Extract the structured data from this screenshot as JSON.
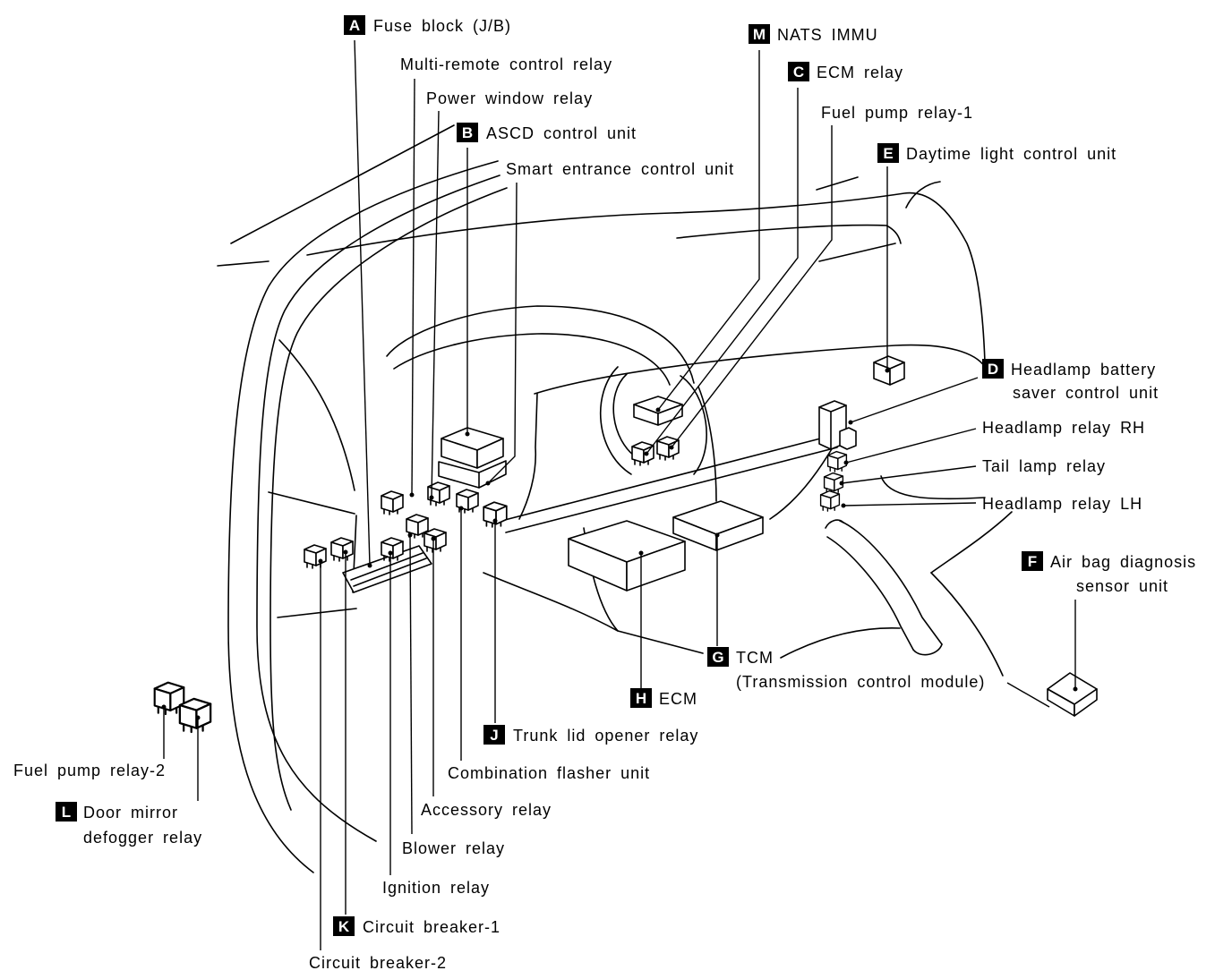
{
  "labels": {
    "A": {
      "badge": "A",
      "text": "Fuse block (J/B)"
    },
    "multi_remote": {
      "text": "Multi-remote control relay"
    },
    "power_window": {
      "text": "Power window relay"
    },
    "B": {
      "badge": "B",
      "text": "ASCD control unit"
    },
    "smart_entrance": {
      "text": "Smart entrance control unit"
    },
    "M": {
      "badge": "M",
      "text": "NATS IMMU"
    },
    "C": {
      "badge": "C",
      "text": "ECM relay"
    },
    "fuel_pump_1": {
      "text": "Fuel pump relay-1"
    },
    "E": {
      "badge": "E",
      "text": "Daytime light control unit"
    },
    "D": {
      "badge": "D",
      "line1": "Headlamp battery",
      "line2": "saver control unit"
    },
    "headlamp_rh": {
      "text": "Headlamp relay RH"
    },
    "tail_lamp": {
      "text": "Tail lamp relay"
    },
    "headlamp_lh": {
      "text": "Headlamp relay LH"
    },
    "F": {
      "badge": "F",
      "line1": "Air bag diagnosis",
      "line2": "sensor unit"
    },
    "G": {
      "badge": "G",
      "line1": "TCM",
      "line2": "(Transmission control module)"
    },
    "H": {
      "badge": "H",
      "text": "ECM"
    },
    "J": {
      "badge": "J",
      "text": "Trunk lid opener relay"
    },
    "combination_flasher": {
      "text": "Combination flasher unit"
    },
    "accessory": {
      "text": "Accessory relay"
    },
    "blower": {
      "text": "Blower relay"
    },
    "ignition": {
      "text": "Ignition relay"
    },
    "K": {
      "badge": "K",
      "text": "Circuit breaker-1"
    },
    "circuit_breaker_2": {
      "text": "Circuit breaker-2"
    },
    "fuel_pump_2": {
      "text": "Fuel pump relay-2"
    },
    "L": {
      "badge": "L",
      "line1": "Door mirror",
      "line2": "defogger relay"
    }
  },
  "colors": {
    "ink": "#000000",
    "paper": "#ffffff"
  }
}
